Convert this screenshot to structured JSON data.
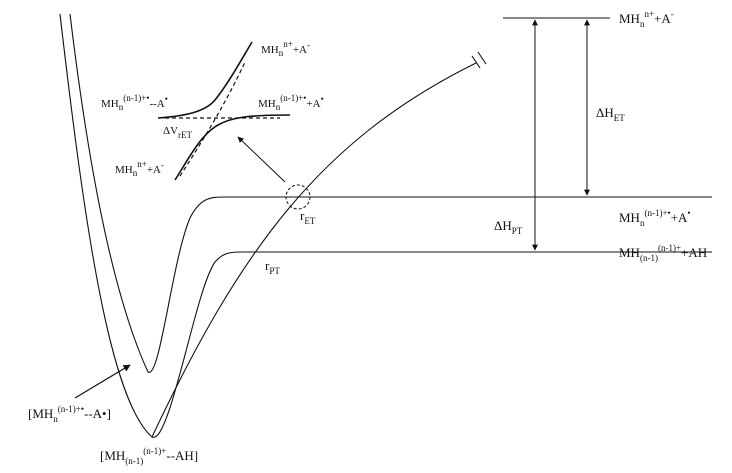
{
  "levels": {
    "top": {
      "base": "MH",
      "sub": "n",
      "sup": "n+",
      "tail": "+A",
      "tail_sup": "-"
    },
    "middle": {
      "base": "MH",
      "sub": "n",
      "sup": "(n-1)+•",
      "tail": "+A",
      "tail_sup": "•"
    },
    "bottom": {
      "base": "MH",
      "sub": "(n-1)",
      "sup": "(n-1)+",
      "tail": "+AH",
      "tail_sup": ""
    }
  },
  "deltas": {
    "et": {
      "main": "ΔH",
      "sub": "ET"
    },
    "pt": {
      "main": "ΔH",
      "sub": "PT"
    }
  },
  "crossings": {
    "ret": {
      "main": "r",
      "sub": "ET"
    },
    "rpt": {
      "main": "r",
      "sub": "PT"
    }
  },
  "minima": {
    "upper": {
      "open": "[MH",
      "sub": "n",
      "sup": "(n-1)+•",
      "tail": "--A•]"
    },
    "lower": {
      "open": "[MH",
      "sub": "(n-1)",
      "sup": "(n-1)+",
      "tail": "--AH]"
    }
  },
  "inset": {
    "ul": {
      "base": "MH",
      "sub": "n",
      "sup": "(n-1)+•",
      "tail": "--A",
      "tail_sup": "•"
    },
    "ur": {
      "base": "MH",
      "sub": "n",
      "sup": "n+",
      "tail": "+A",
      "tail_sup": "-"
    },
    "mr": {
      "base": "MH",
      "sub": "n",
      "sup": "(n-1)+•",
      "tail": "+A",
      "tail_sup": "•"
    },
    "ll": {
      "base": "MH",
      "sub": "n",
      "sup": "n+",
      "tail": "+A",
      "tail_sup": "-"
    },
    "dv": {
      "main": "ΔV",
      "sub": "rET"
    }
  }
}
